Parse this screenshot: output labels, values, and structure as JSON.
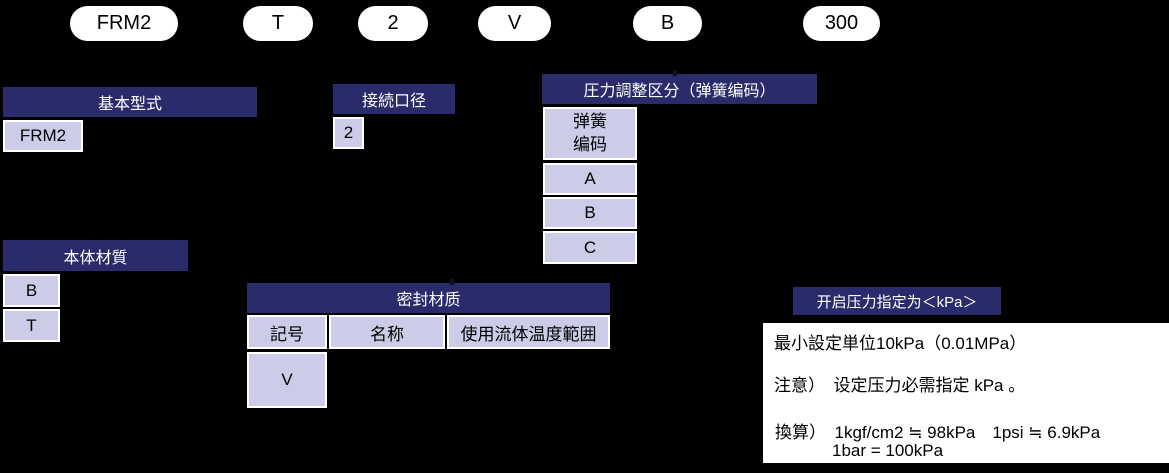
{
  "colors": {
    "canvas_bg": "#000000",
    "header_bg": "#2a2b6a",
    "header_text": "#ffffff",
    "cell_bg": "#cccce8",
    "cell_border": "#ffffff",
    "pill_bg": "#ffffff",
    "note_bg": "#ffffff"
  },
  "pills": [
    "FRM2",
    "T",
    "2",
    "V",
    "B",
    "300"
  ],
  "basic_model": {
    "title": "基本型式",
    "code": "FRM2"
  },
  "port_size": {
    "title": "接続口径",
    "code": "2"
  },
  "spring": {
    "title": "圧力調整区分（弹簧编码）",
    "col_header": "弹簧\n编码",
    "codes": [
      "A",
      "B",
      "C"
    ]
  },
  "body_material": {
    "title": "本体材質",
    "codes": [
      "B",
      "T"
    ]
  },
  "seal_material": {
    "title": "密封材质",
    "columns": [
      "記号",
      "名称",
      "使用流体温度範囲"
    ],
    "code": "V"
  },
  "pressure_note": {
    "title": "开启压力指定为＜kPa＞",
    "line1": "最小設定単位10kPa（0.01MPa）",
    "line2": "注意）　设定压力必需指定 kPa 。",
    "line3": "換算）　1kgf/cm2 ≒ 98kPa　1psi ≒ 6.9kPa",
    "line4": "1bar = 100kPa"
  }
}
